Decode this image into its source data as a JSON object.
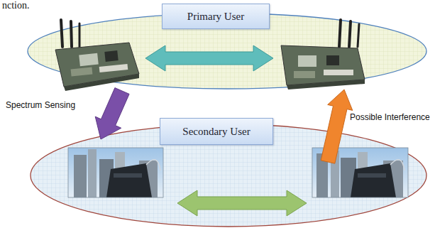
{
  "diagram": {
    "nodes": [
      {
        "text": [
          "Primary User"
        ]
      },
      {
        "text": [
          "Secondary User"
        ]
      }
    ],
    "labels": [
      "nction.",
      "Spectrum Sensing",
      "Possible Interference"
    ]
  }
}
